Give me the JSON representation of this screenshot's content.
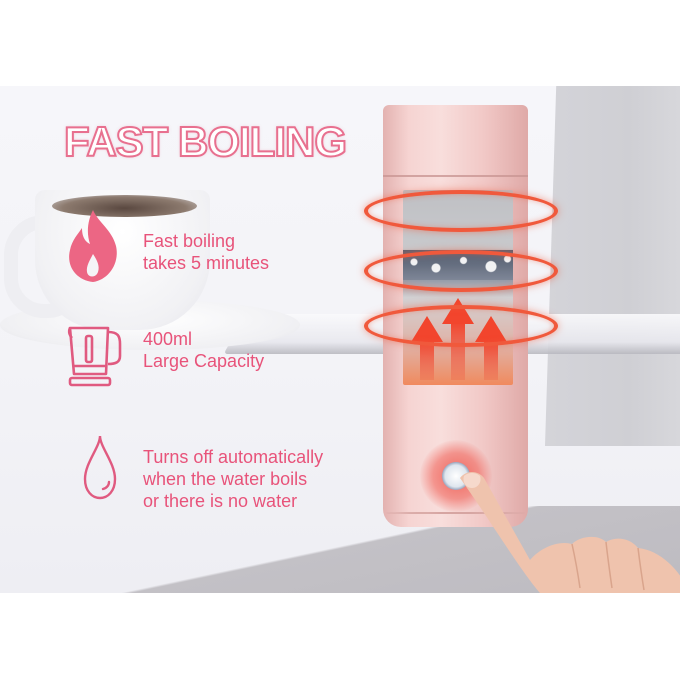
{
  "title": "FAST BOILING",
  "features": [
    {
      "icon": "flame-icon",
      "lines": [
        "Fast boiling",
        "takes 5 minutes"
      ]
    },
    {
      "icon": "kettle-icon",
      "lines": [
        "400ml",
        "Large Capacity"
      ]
    },
    {
      "icon": "water-drop-icon",
      "lines": [
        "Turns off automatically",
        "when the water boils",
        "or there is no water"
      ]
    }
  ],
  "colors": {
    "accent_pink": "#e8537a",
    "title_outline": "#e8708f",
    "bottle_pink": "#f6d4d2",
    "heat_red": "#f0593c",
    "button_blue": "#1e3b9e"
  }
}
